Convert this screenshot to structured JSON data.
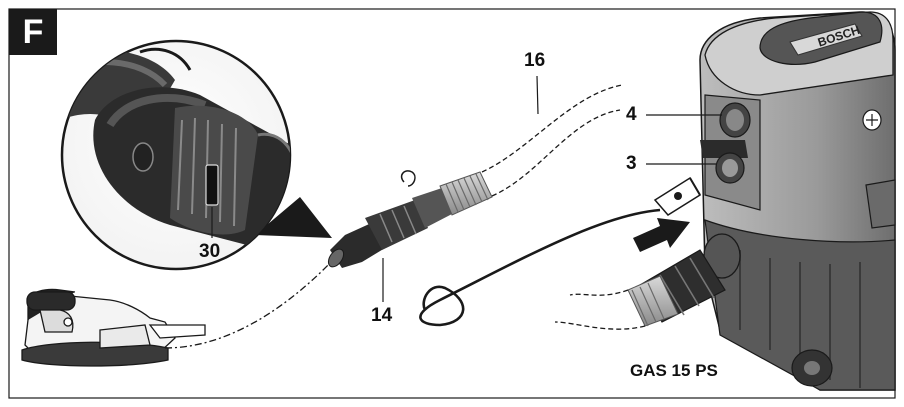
{
  "figure": {
    "letter": "F",
    "model": "GAS 15 PS",
    "brand_mark": "BOSCH",
    "callouts": {
      "c30": "30",
      "c14": "14",
      "c16": "16",
      "c4": "4",
      "c3": "3"
    }
  }
}
